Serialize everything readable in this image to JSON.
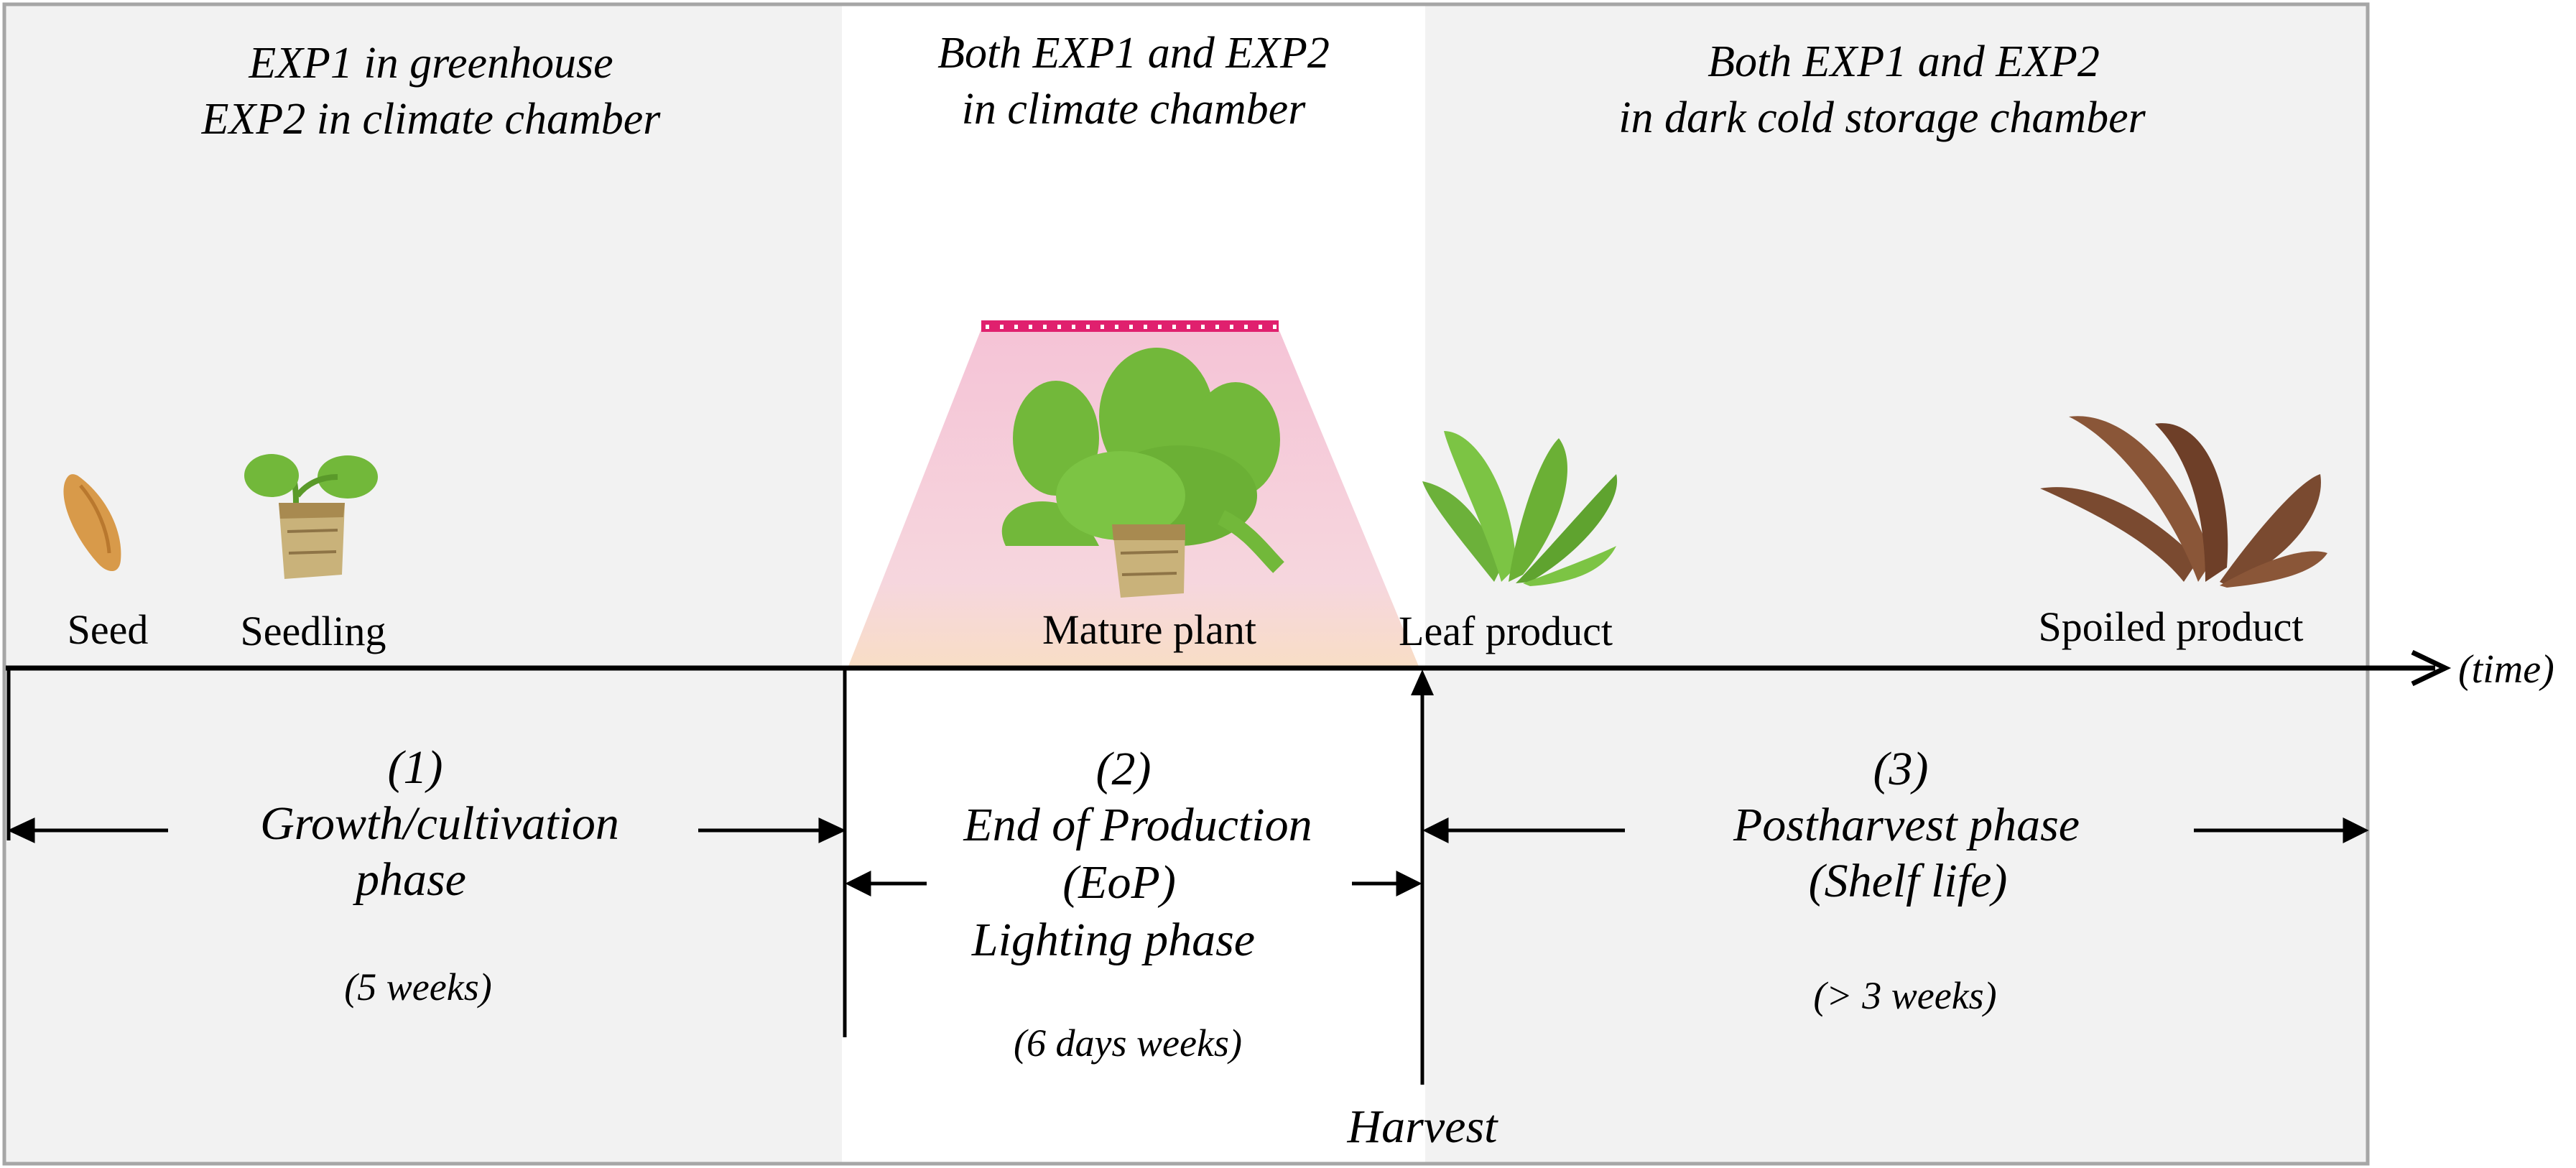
{
  "header": {
    "left_line1": "EXP1 in greenhouse",
    "left_line2": "EXP2 in climate chamber",
    "mid_line1": "Both EXP1 and EXP2",
    "mid_line2": "in climate chamber",
    "right_line1": "Both EXP1 and EXP2",
    "right_line2": "in dark cold storage chamber"
  },
  "stages": {
    "seed": "Seed",
    "seedling": "Seedling",
    "mature": "Mature plant",
    "leaf": "Leaf product",
    "spoiled": "Spoiled product"
  },
  "timeline": {
    "time_label": "(time)"
  },
  "phases": {
    "p1": {
      "num": "(1)",
      "line1": "Growth/cultivation",
      "line2": "phase",
      "duration": "(5 weeks)"
    },
    "p2": {
      "num": "(2)",
      "line1": "End of Production",
      "line2": "(EoP)",
      "line3": "Lighting phase",
      "duration": "(6 days weeks)"
    },
    "p3": {
      "num": "(3)",
      "line1": "Postharvest phase",
      "line2": "(Shelf life)",
      "duration": "(> 3 weeks)"
    }
  },
  "harvest": "Harvest",
  "colors": {
    "panel_grey": "#f2f2f2",
    "border": "#a6a6a6",
    "lamp": "#e0206e",
    "light_cone": "#f4c9d6",
    "leaf_green": "#72b83a",
    "spoiled_brown": "#7a4a30",
    "seed": "#d89a4a"
  }
}
